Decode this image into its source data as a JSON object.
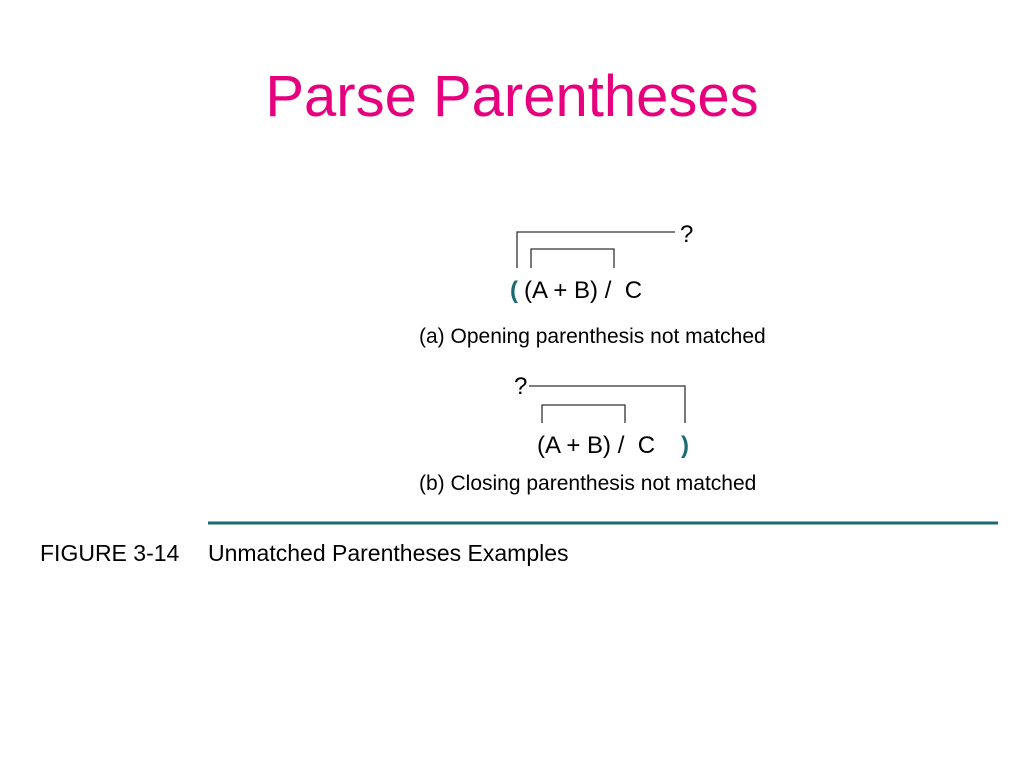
{
  "slide": {
    "title": "Parse Parentheses"
  },
  "figure": {
    "example_a": {
      "question_mark": "?",
      "unmatched_paren": "(",
      "expression": "(A + B) /  C",
      "caption": "(a) Opening parenthesis not matched"
    },
    "example_b": {
      "question_mark": "?",
      "expression": "(A + B) /  C",
      "unmatched_paren": ")",
      "caption": "(b) Closing parenthesis not matched"
    },
    "figure_label": "FIGURE 3-14",
    "figure_title": "Unmatched Parentheses Examples"
  },
  "colors": {
    "title": "#e6007e",
    "unmatched_paren": "#1b6b73",
    "rule": "#1b6b73",
    "text": "#000000"
  }
}
